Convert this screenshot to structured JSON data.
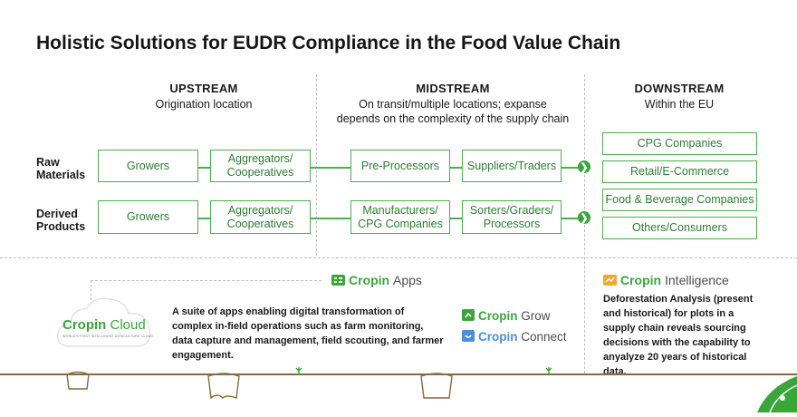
{
  "title": "Holistic Solutions for EUDR Compliance in the Food Value Chain",
  "columns": {
    "upstream": {
      "title": "UPSTREAM",
      "subtitle": "Origination location"
    },
    "midstream": {
      "title": "MIDSTREAM",
      "subtitle_line1": "On transit/multiple locations; expanse",
      "subtitle_line2": "depends on the complexity of the supply chain"
    },
    "downstream": {
      "title": "DOWNSTREAM",
      "subtitle": "Within the EU"
    }
  },
  "rows": {
    "raw": {
      "label_line1": "Raw",
      "label_line2": "Materials",
      "boxes": [
        "Growers",
        "Aggregators/",
        "Cooperatives",
        "Pre-Processors",
        "Suppliers/Traders"
      ]
    },
    "derived": {
      "label_line1": "Derived",
      "label_line2": "Products",
      "boxes": [
        "Growers",
        "Aggregators/",
        "Cooperatives",
        "Manufacturers/",
        "CPG Companies",
        "Sorters/Graders/",
        "Processors"
      ]
    }
  },
  "downstream_items": [
    "CPG Companies",
    "Retail/E-Commerce",
    "Food & Beverage Companies",
    "Others/Consumers"
  ],
  "apps": {
    "brand": "Cropin",
    "name": "Apps",
    "description": "A suite of apps enabling digital transformation of complex in-field operations such as farm monitoring, data capture and management, field scouting, and farmer engagement.",
    "cloud_brand": "Cropin",
    "cloud_name": "Cloud",
    "cloud_tagline": "WORLD'S FIRST INTELLIGENT AGRICULTURE CLOUD",
    "grow_brand": "Cropin",
    "grow_name": "Grow",
    "connect_brand": "Cropin",
    "connect_name": "Connect"
  },
  "intelligence": {
    "brand": "Cropin",
    "name": "Intelligence",
    "description": "Deforestation Analysis (present and historical) for plots in a supply chain reveals sourcing decisions with the capability to anyalyze 20 years of historical data."
  },
  "colors": {
    "accent": "#3aa63a",
    "box_border": "#4cae4c",
    "box_text": "#2e7d32",
    "divider": "#bfbfbf",
    "ground": "#8a6a3a"
  }
}
